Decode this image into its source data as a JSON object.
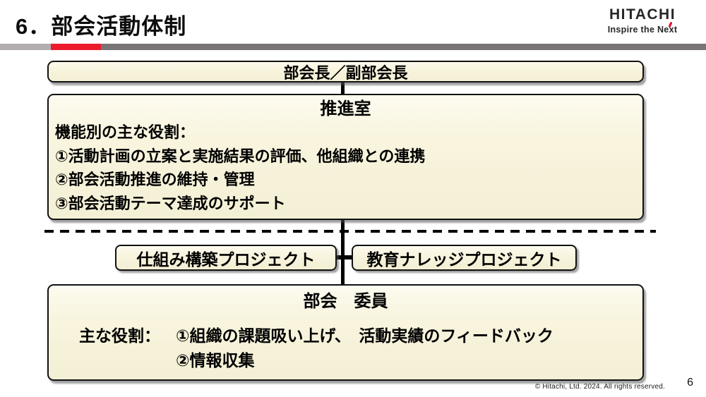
{
  "header": {
    "title": "6．部会活動体制",
    "logo": "HITACHI",
    "tagline": "Inspire the Next"
  },
  "colors": {
    "accent_red": "#ec1c2d",
    "hitachi_red": "#e60027",
    "rule_light_gray": "#b2adae",
    "rule_dark_gray": "#787475",
    "box_fill": "#f7f3da",
    "box_border": "#111111"
  },
  "diagram": {
    "chair": {
      "title": "部会長／副部会長"
    },
    "promotion": {
      "title": "推進室",
      "lines": [
        "機能別の主な役割：",
        "①活動計画の立案と実施結果の評価、他組織との連携",
        "②部会活動推進の維持・管理",
        "③部会活動テーマ達成のサポート"
      ]
    },
    "projects": [
      {
        "label": "仕組み構築プロジェクト"
      },
      {
        "label": "教育ナレッジプロジェクト"
      }
    ],
    "members": {
      "title": "部会　委員",
      "roles_label": "主な役割：",
      "roles": [
        "①組織の課題吸い上げ、　活動実績のフィードバック",
        "②情報収集"
      ]
    }
  },
  "footer": {
    "copyright": "© Hitachi, Ltd. 2024. All rights reserved.",
    "page_number": "6"
  }
}
